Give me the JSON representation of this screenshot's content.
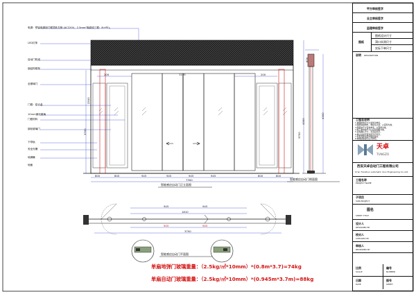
{
  "title_block": {
    "approvals": [
      "甲方审核签字",
      "业主审核签字",
      "监理审核签字"
    ],
    "stamp_label": "图纸",
    "stamp_rows": [
      "图纸设计尺寸",
      "洞口实测尺寸",
      "实际下单尺寸"
    ],
    "notes_title": "说明",
    "notes_sub": "DESCRIPTION",
    "general_notes_title": "工程总说明",
    "general_notes": [
      "1.本图中的尺寸以毫米为单位。",
      "2.图纸除说明外，未提及之处，以实际为准。",
      "3.图纸中尺寸仅供参考，以现场为准。",
      "4.施工图中的尺寸以实际测量为准。",
      "5.请先确认尺寸，无误后签字。",
      "6.确认后如有更改需另行签字。",
      "7.如有问题请及时联系我方。",
      "8.本图纸版权归公司所有。"
    ],
    "logo_cn": "天卓",
    "logo_en": "TUNGZO",
    "company_cn": "西安天卓自动门工程有限公司",
    "company_en": "Xi'an Tianzhuo automatic door Engineering Co.,Ltd.",
    "project_label": "工程名称",
    "project_en": "PROJECT NAME",
    "sub_project_label": "子项目",
    "sub_project_en": "SUB-PROJECT",
    "sheet_title_label": "图名",
    "sheet_title_en": "SHEET TITLE",
    "designer_label": "设计人",
    "designer_en": "DESIGNED BY",
    "checker_label": "校对人",
    "checker_en": "CHECKED BY",
    "reviewer_label": "审核人",
    "reviewer_en": "REVIEWED BY",
    "scale_label": "比例",
    "scale_en": "SCALE",
    "number_label": "编号",
    "number_en": "NUMBER",
    "date_label": "日期",
    "date_en": "DATE",
    "sheet_label": "图号",
    "sheet_en": "SHEET"
  },
  "callouts": {
    "power": "电源：预留电源到门框顶处左侧 (AC220V，2.5mm²电缆线三根：N+PE)。",
    "left": [
      "LED灯条",
      "自动门机组",
      "钢结构框架",
      "全玻璃门",
      "门框：铝合金",
      "10mm钢化玻璃",
      "门框材料",
      "钢化玻璃门",
      "下导轨",
      "安全光栅",
      "地弹簧",
      "地面"
    ]
  },
  "dimensions": {
    "elev_top": [
      "200",
      "1125",
      "200"
    ],
    "elev_right": [
      "4300",
      "3700",
      "600"
    ],
    "elev_left": [
      "3700",
      "2500"
    ],
    "elev_bottom": [
      "800",
      "800",
      "945",
      "945",
      "945",
      "945",
      "800",
      "800"
    ],
    "elev_total": "7300",
    "plan_top": [
      "945",
      "945"
    ],
    "plan_mid": [
      "1810"
    ],
    "plan_bottom": [
      "945",
      "945"
    ],
    "plan_total": "3700",
    "side_height": "4300"
  },
  "captions": {
    "elevation": "智能感应自动门正立面图",
    "side": "智能感应自动门侧面图",
    "plan": "智能感应自动门平面图"
  },
  "weights": {
    "line1": "单扇地弹门玻璃重量：（2.5kg/㎡*10mm）*(0.8m*3.7)=74kg",
    "line2": "单扇自动门玻璃重量：（2.5kg/㎡*10mm）*(0.945m*3.7m)=88kg"
  },
  "colors": {
    "accent": "#d41414",
    "glass": "#2a2a2a",
    "frame": "#444444",
    "dim": "#1b2fd0"
  }
}
